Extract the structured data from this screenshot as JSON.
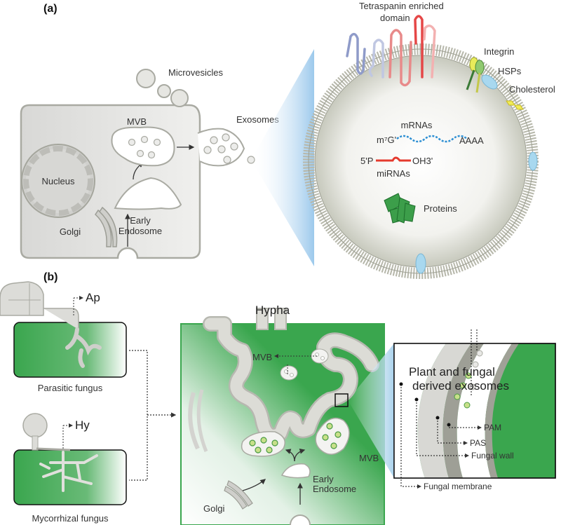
{
  "panel_a": {
    "label": "(a)",
    "cell": {
      "nucleus": "Nucleus",
      "golgi": "Golgi",
      "early_endosome_line1": "Early",
      "early_endosome_line2": "Endosome",
      "mvb": "MVB",
      "microvesicles": "Microvesicles",
      "exosomes": "Exosomes"
    },
    "exosome": {
      "tetraspanin_line1": "Tetraspanin enriched",
      "tetraspanin_line2": "domain",
      "integrin": "Integrin",
      "hsps": "HSPs",
      "cholesterol": "Cholesterol",
      "mrnas": "mRNAs",
      "mrna_cap": "m⁷G'",
      "mrna_tail": "AAAA",
      "mirna_5p": "5'P",
      "mirna_3p": "OH3'",
      "mirnas": "miRNAs",
      "proteins": "Proteins"
    }
  },
  "panel_b": {
    "label": "(b)",
    "parasitic": {
      "tag": "Ap",
      "caption": "Parasitic fungus"
    },
    "mycorrhizal": {
      "tag": "Hy",
      "caption": "Mycorrhizal fungus"
    },
    "center": {
      "hypha": "Hypha",
      "mvb_top": "MVB",
      "mvb_right": "MVB",
      "golgi": "Golgi",
      "early_endosome_line1": "Early",
      "early_endosome_line2": "Endosome"
    },
    "zoom": {
      "title_line1": "Plant and fungal",
      "title_line2": "derived exosomes",
      "pam": "PAM",
      "pas": "PAS",
      "fungal_wall": "Fungal wall",
      "fungal_membrane": "Fungal membrane"
    }
  },
  "colors": {
    "plant_green": "#3aa64e",
    "cell_gray": "#dcdcd8",
    "outline_gray": "#a9aaa2",
    "vesicle_green": "#c8e08a"
  }
}
